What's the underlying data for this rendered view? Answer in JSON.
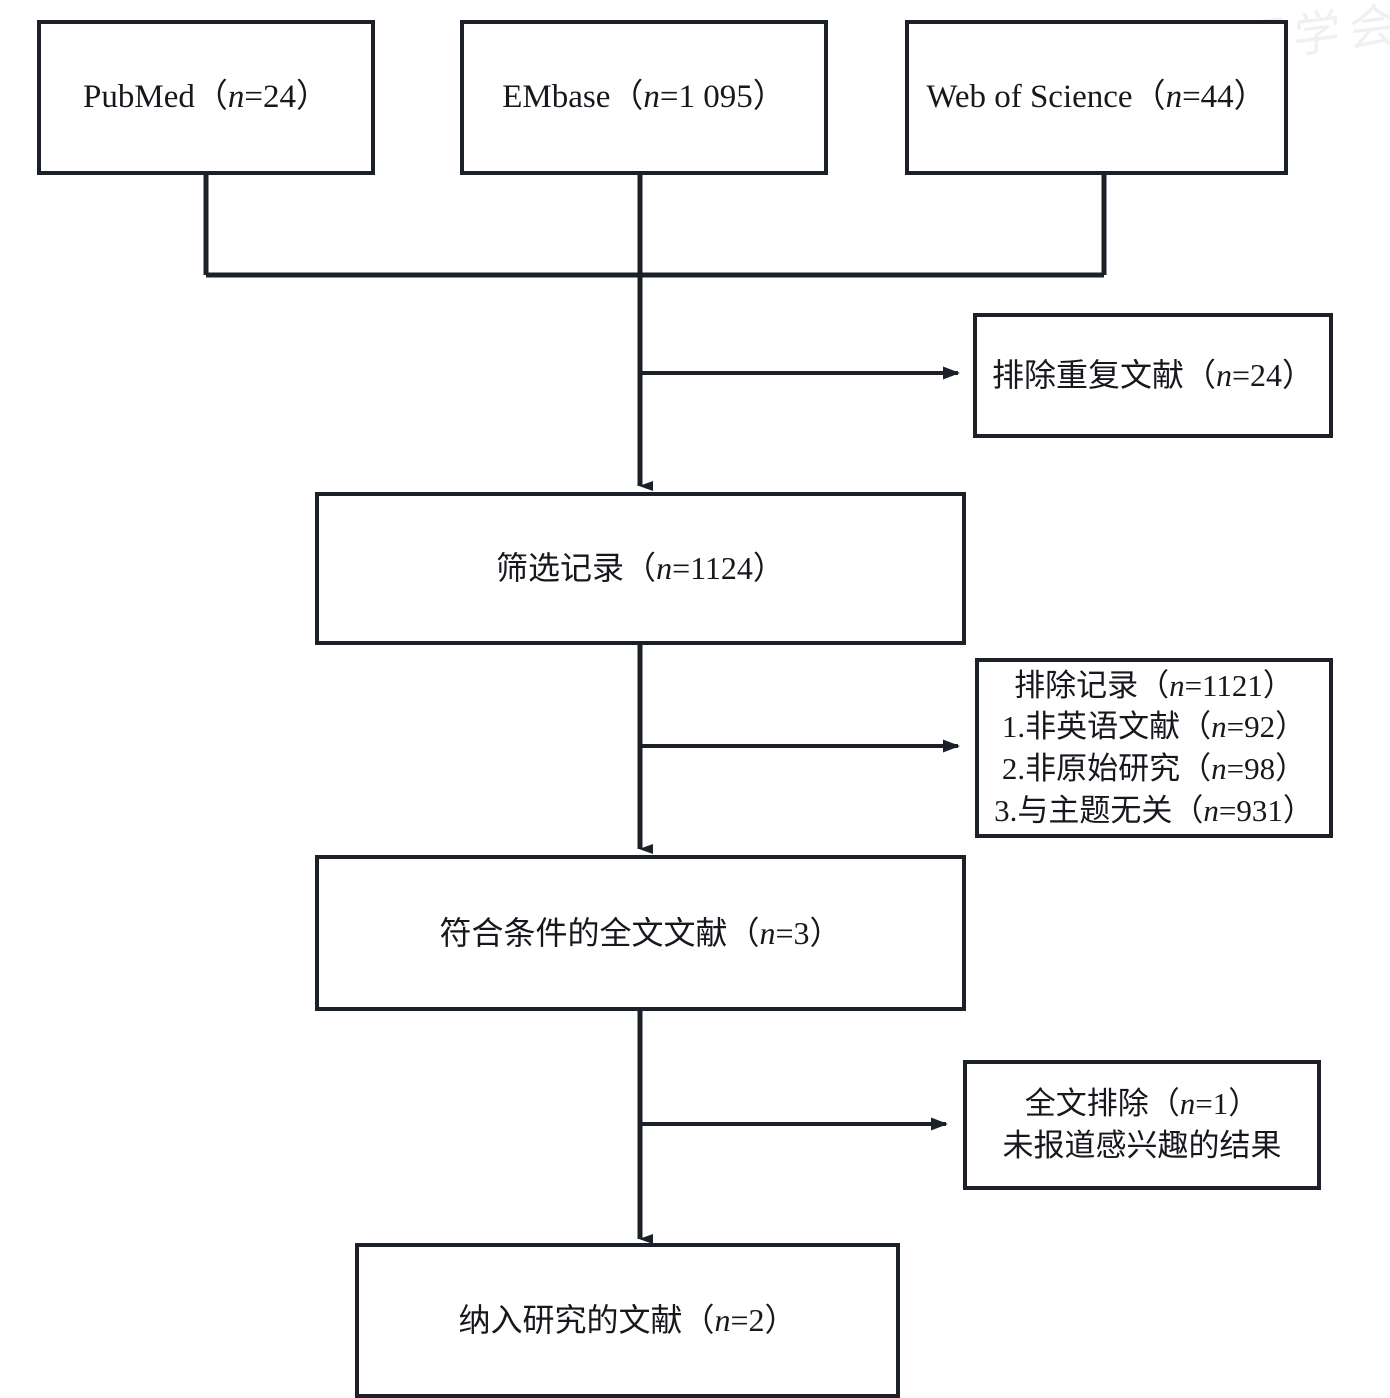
{
  "diagram": {
    "type": "prisma-flow-diagram",
    "title": "",
    "watermark": {
      "text": "中华医学会",
      "seal": "circular-seal",
      "color": "#c9ccd4"
    },
    "colors": {
      "box_border": "#1b2029",
      "box_fill": "#ffffff",
      "connector": "#1b2029",
      "text": "#16181d",
      "background": "#ffffff"
    },
    "sources": [
      {
        "id": "pubmed",
        "name": "PubMed",
        "n": "24",
        "label": "PubMed（n=24）"
      },
      {
        "id": "embase",
        "name": "EMbase",
        "n": "1 095",
        "label": "EMbase（n=1 095）"
      },
      {
        "id": "web-of-science",
        "name": "Web of Science",
        "n": "44",
        "label": "Web of Science（n=44）"
      }
    ],
    "stages": [
      {
        "id": "screened-records",
        "label": "筛选记录（n=1124）",
        "n": "1124"
      },
      {
        "id": "full-text-eligible",
        "label": "符合条件的全文文献（n=3）",
        "n": "3"
      },
      {
        "id": "included-studies",
        "label": "纳入研究的文献（n=2）",
        "n": "2"
      }
    ],
    "exclusions": [
      {
        "id": "duplicates-removed",
        "lines": [
          "排除重复文献（n=24）"
        ],
        "n": "24"
      },
      {
        "id": "records-excluded",
        "lines": [
          "排除记录（n=1121）",
          "1.非英语文献（n=92）",
          "2.非原始研究（n=98）",
          "3.与主题无关（n=931）"
        ],
        "n": "1121",
        "reasons": [
          {
            "index": "1",
            "reason": "非英语文献",
            "n": "92"
          },
          {
            "index": "2",
            "reason": "非原始研究",
            "n": "98"
          },
          {
            "index": "3",
            "reason": "与主题无关",
            "n": "931"
          }
        ]
      },
      {
        "id": "full-text-excluded",
        "lines": [
          "全文排除（n=1）",
          "未报道感兴趣的结果"
        ],
        "n": "1",
        "reasons": [
          {
            "index": "",
            "reason": "未报道感兴趣的结果",
            "n": ""
          }
        ]
      }
    ]
  }
}
